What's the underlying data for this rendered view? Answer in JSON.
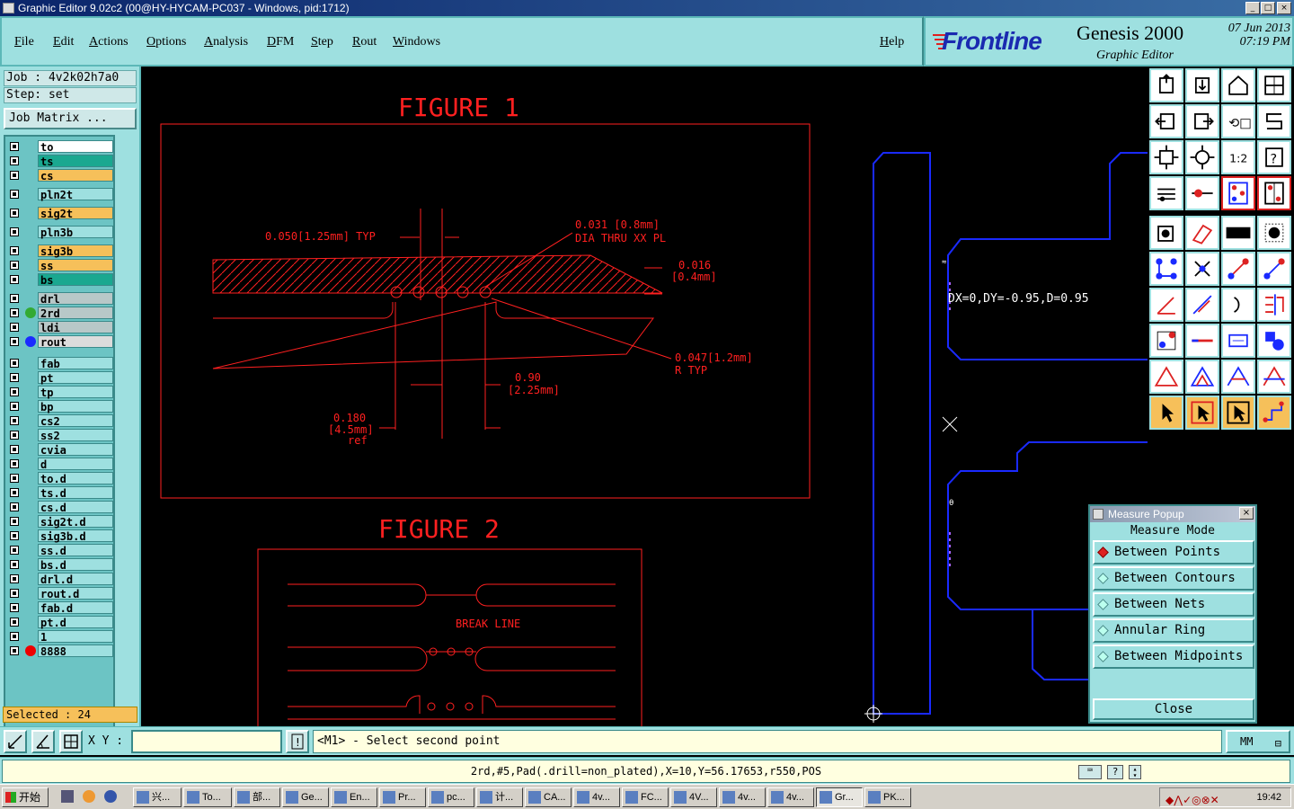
{
  "window": {
    "title": "Graphic Editor 9.02c2 (00@HY-HYCAM-PC037 - Windows, pid:1712)"
  },
  "menu": [
    "File",
    "Edit",
    "Actions",
    "Options",
    "Analysis",
    "DFM",
    "Step",
    "Rout",
    "Windows"
  ],
  "help_label": "Help",
  "brand": {
    "logo": "Frontline",
    "product": "Genesis 2000",
    "subtitle": "Graphic Editor",
    "date": "07 Jun 2013",
    "time": "07:19 PM"
  },
  "job": {
    "job_line": "Job : 4v2k02h7a0",
    "step_line": "Step: set",
    "job_matrix": "Job Matrix ..."
  },
  "layers": [
    {
      "name": "to",
      "color": "#ffffff"
    },
    {
      "name": "ts",
      "color": "#1aa890"
    },
    {
      "name": "cs",
      "color": "#f6c05a"
    },
    {
      "name": "pln2t",
      "color": "#9ee0e0"
    },
    {
      "name": "sig2t",
      "color": "#f6c05a"
    },
    {
      "name": "pln3b",
      "color": "#9ee0e0"
    },
    {
      "name": "sig3b",
      "color": "#f6c05a"
    },
    {
      "name": "ss",
      "color": "#f6c05a"
    },
    {
      "name": "bs",
      "color": "#1aa890"
    },
    {
      "name": "drl",
      "color": "#b8c8c8"
    },
    {
      "name": "2rd",
      "color": "#b8c8c8"
    },
    {
      "name": "ldi",
      "color": "#b8c8c8"
    },
    {
      "name": "rout",
      "color": "#dcdcdc"
    },
    {
      "name": "fab",
      "color": "#9ee0e0"
    },
    {
      "name": "pt",
      "color": "#9ee0e0"
    },
    {
      "name": "tp",
      "color": "#9ee0e0"
    },
    {
      "name": "bp",
      "color": "#9ee0e0"
    },
    {
      "name": "cs2",
      "color": "#9ee0e0"
    },
    {
      "name": "ss2",
      "color": "#9ee0e0"
    },
    {
      "name": "cvia",
      "color": "#9ee0e0"
    },
    {
      "name": "d",
      "color": "#9ee0e0"
    },
    {
      "name": "to.d",
      "color": "#9ee0e0"
    },
    {
      "name": "ts.d",
      "color": "#9ee0e0"
    },
    {
      "name": "cs.d",
      "color": "#9ee0e0"
    },
    {
      "name": "sig2t.d",
      "color": "#9ee0e0"
    },
    {
      "name": "sig3b.d",
      "color": "#9ee0e0"
    },
    {
      "name": "ss.d",
      "color": "#9ee0e0"
    },
    {
      "name": "bs.d",
      "color": "#9ee0e0"
    },
    {
      "name": "drl.d",
      "color": "#9ee0e0"
    },
    {
      "name": "rout.d",
      "color": "#9ee0e0"
    },
    {
      "name": "fab.d",
      "color": "#9ee0e0"
    },
    {
      "name": "pt.d",
      "color": "#9ee0e0"
    },
    {
      "name": "1",
      "color": "#9ee0e0"
    },
    {
      "name": "8888",
      "color": "#9ee0e0"
    }
  ],
  "selected": "Selected : 24",
  "drawing": {
    "fig1_title": "FIGURE 1",
    "fig2_title": "FIGURE 2",
    "ann_typ": "0.050[1.25mm] TYP",
    "ann_dia1": "0.031 [0.8mm]",
    "ann_dia2": "DIA THRU XX PL",
    "ann_thk1": "0.016",
    "ann_thk2": "[0.4mm]",
    "ann_r1": "0.047[1.2mm]",
    "ann_r2": "R TYP",
    "ann_w1": "0.90",
    "ann_w2": "[2.25mm]",
    "ann_ref1": "0.180",
    "ann_ref2": "[4.5mm]",
    "ann_ref3": "ref",
    "break_line": "BREAK LINE",
    "measure_readout": "DX=0,DY=-0.95,D=0.95",
    "edge_label": "m",
    "edge_label2": "mm"
  },
  "popup": {
    "title": "Measure Popup",
    "mode": "Measure Mode",
    "options": [
      "Between Points",
      "Between Contours",
      "Between Nets",
      "Annular Ring",
      "Between Midpoints"
    ],
    "selected_option": "Between Points",
    "close": "Close"
  },
  "cmd": {
    "xy_label": "X Y :",
    "xy_value": "",
    "prompt": "<M1> - Select second point",
    "units": "MM"
  },
  "status": "2rd,#5,Pad(.drill=non_plated),X=10,Y=56.17653,r550,POS",
  "taskbar": {
    "start": "开始",
    "items": [
      "兴...",
      "To...",
      "部...",
      "Ge...",
      "En...",
      "Pr...",
      "pc...",
      "计...",
      "CA...",
      "4v...",
      "FC...",
      "4V...",
      "4v...",
      "4v...",
      "Gr...",
      "PK..."
    ],
    "active_index": 14,
    "clock": "19:42"
  },
  "colors": {
    "panel": "#9ee0e0",
    "drawing": "#ff2020",
    "rout": "#1a2aff",
    "background": "#000000"
  }
}
